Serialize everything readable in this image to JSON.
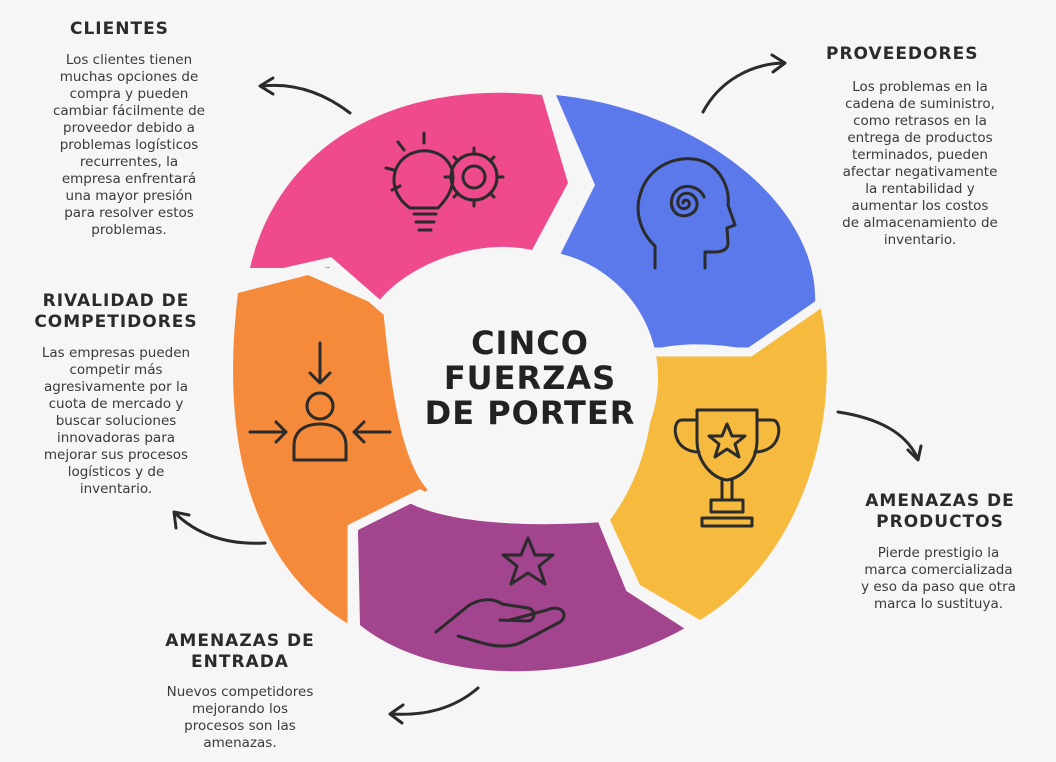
{
  "center": {
    "line1": "CINCO",
    "line2": "FUERZAS",
    "line3": "DE PORTER"
  },
  "colors": {
    "clientes": "#ee4a8c",
    "proveedores": "#5b79ea",
    "productos": "#f6bb3e",
    "entrada": "#a3448f",
    "rivalidad": "#f58b3a",
    "background": "#f6f6f6",
    "text": "#2b2b2b"
  },
  "forces": {
    "clientes": {
      "title": "CLIENTES",
      "icon": "lightbulb-gear-icon",
      "lines": [
        "Los clientes tienen",
        "muchas opciones de",
        "compra y pueden",
        "cambiar fácilmente de",
        "proveedor debido a",
        "problemas logísticos",
        "recurrentes, la",
        "empresa enfrentará",
        "una mayor presión",
        "para resolver estos",
        "problemas."
      ]
    },
    "proveedores": {
      "title": "PROVEEDORES",
      "icon": "head-spiral-icon",
      "lines": [
        "Los problemas en la",
        "cadena de suministro,",
        "como retrasos en la",
        "entrega de productos",
        "terminados, pueden",
        "afectar negativamente",
        "la rentabilidad y",
        "aumentar los costos",
        "de almacenamiento de",
        "inventario."
      ]
    },
    "productos": {
      "title_line1": "AMENAZAS DE",
      "title_line2": "PRODUCTOS",
      "icon": "trophy-icon",
      "lines": [
        "Pierde prestigio la",
        "marca comercializada",
        "y eso da paso que otra",
        "marca lo sustituya."
      ]
    },
    "entrada": {
      "title_line1": "AMENAZAS DE",
      "title_line2": "ENTRADA",
      "icon": "hand-star-icon",
      "lines": [
        "Nuevos competidores",
        "mejorando los",
        "procesos son las",
        "amenazas."
      ]
    },
    "rivalidad": {
      "title_line1": "RIVALIDAD DE",
      "title_line2": "COMPETIDORES",
      "icon": "person-arrows-icon",
      "lines": [
        "Las empresas pueden",
        "competir más",
        "agresivamente por la",
        "cuota de mercado y",
        "buscar soluciones",
        "innovadoras para",
        "mejorar sus procesos",
        "logísticos y de",
        "inventario."
      ]
    }
  }
}
